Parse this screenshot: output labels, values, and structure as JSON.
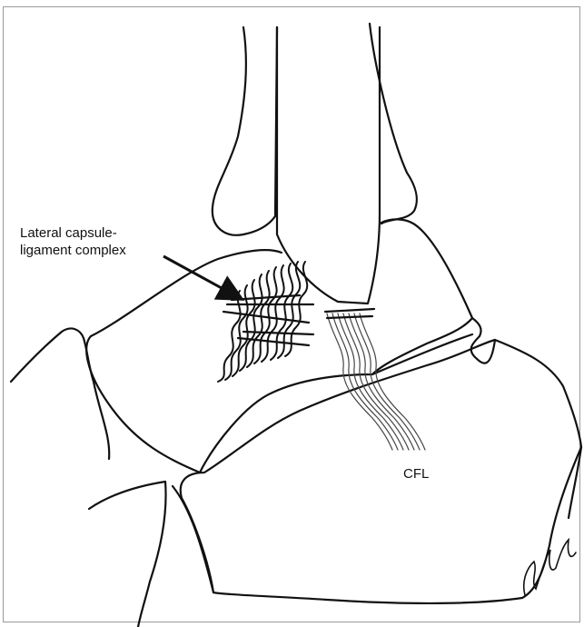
{
  "labels": {
    "lateral_line1": "Lateral capsule-",
    "lateral_line2": "ligament complex",
    "cfl": "CFL"
  },
  "colors": {
    "line": "#111111",
    "border": "#9a9a9a",
    "background": "#ffffff"
  }
}
